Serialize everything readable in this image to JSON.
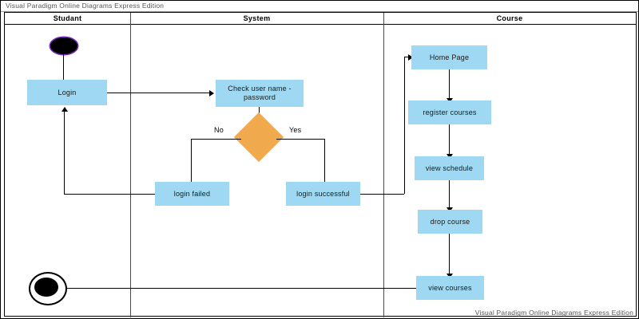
{
  "window": {
    "titlebar_text": "Visual Paradigm Online Diagrams Express Edition",
    "watermark_text": "Visual Paradigm Online Diagrams Express Edition"
  },
  "diagram": {
    "type": "uml-activity-diagram-swimlanes",
    "colors": {
      "activity_fill": "#9ed8f2",
      "decision_fill": "#f0a94c",
      "node_stroke": "#000000",
      "initial_node_ring": "#7b2fbe",
      "lane_border": "#000000",
      "lane_divider": "#4a4a4a",
      "background": "#ffffff",
      "chrome_text": "#555555"
    },
    "lanes": [
      {
        "id": "lane-student",
        "label": "Studant"
      },
      {
        "id": "lane-system",
        "label": "System"
      },
      {
        "id": "lane-course",
        "label": "Course"
      }
    ],
    "nodes": {
      "initial": {
        "name": "initial-node",
        "lane": "Studant"
      },
      "login": {
        "label": "Login",
        "lane": "Studant"
      },
      "check_credentials": {
        "label": "Check user name - password",
        "lane": "System"
      },
      "decision": {
        "label": "",
        "lane": "System"
      },
      "login_failed": {
        "label": "login failed",
        "lane": "System"
      },
      "login_successful": {
        "label": "login successful",
        "lane": "System"
      },
      "home_page": {
        "label": "Home Page",
        "lane": "Course"
      },
      "register_courses": {
        "label": "register courses",
        "lane": "Course"
      },
      "view_schedule": {
        "label": "view schedule",
        "lane": "Course"
      },
      "drop_course": {
        "label": "drop course",
        "lane": "Course"
      },
      "view_courses": {
        "label": "view courses",
        "lane": "Course"
      },
      "final": {
        "name": "final-node",
        "lane": "Studant"
      }
    },
    "guards": {
      "no": "No",
      "yes": "Yes"
    },
    "flows": [
      {
        "from": "initial",
        "to": "login"
      },
      {
        "from": "login",
        "to": "check_credentials"
      },
      {
        "from": "check_credentials",
        "to": "decision"
      },
      {
        "from": "decision",
        "to": "login_failed",
        "guard": "No"
      },
      {
        "from": "decision",
        "to": "login_successful",
        "guard": "Yes"
      },
      {
        "from": "login_failed",
        "to": "login"
      },
      {
        "from": "login_successful",
        "to": "home_page"
      },
      {
        "from": "home_page",
        "to": "register_courses"
      },
      {
        "from": "register_courses",
        "to": "view_schedule"
      },
      {
        "from": "view_schedule",
        "to": "drop_course"
      },
      {
        "from": "drop_course",
        "to": "view_courses"
      },
      {
        "from": "view_courses",
        "to": "final"
      }
    ]
  }
}
